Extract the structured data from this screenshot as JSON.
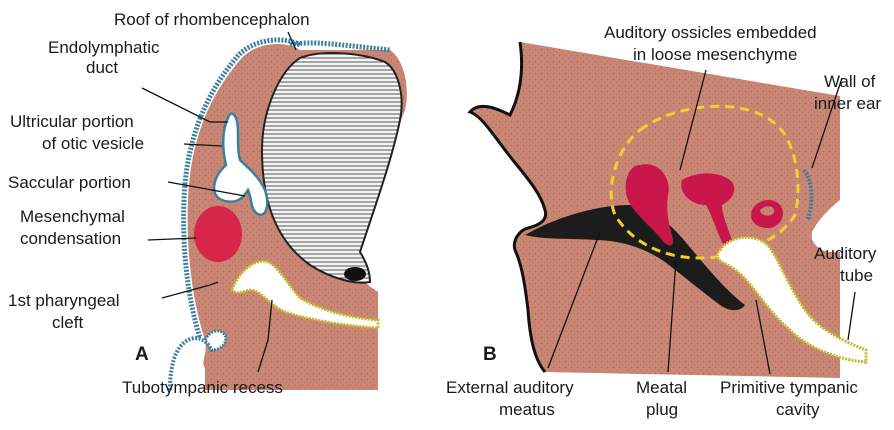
{
  "panels": {
    "a": "A",
    "b": "B"
  },
  "labels_a": {
    "roof": "Roof of rhombencephalon",
    "endolymphatic_1": "Endolymphatic",
    "endolymphatic_2": "duct",
    "utricular_1": "Ultricular portion",
    "utricular_2": "of otic vesicle",
    "saccular": "Saccular portion",
    "mesenchymal_1": "Mesenchymal",
    "mesenchymal_2": "condensation",
    "cleft_1": "1st pharyngeal",
    "cleft_2": "cleft",
    "tubotympanic": "Tubotympanic recess"
  },
  "labels_b": {
    "ossicles_1": "Auditory ossicles embedded",
    "ossicles_2": "in loose mesenchyme",
    "wall_1": "Wall of",
    "wall_2": "inner ear",
    "tube_1": "Auditory",
    "tube_2": "tube",
    "external_1": "External auditory",
    "external_2": "meatus",
    "plug_1": "Meatal",
    "plug_2": "plug",
    "cavity_1": "Primitive tympanic",
    "cavity_2": "cavity"
  },
  "colors": {
    "tissue": "#c98674",
    "tissue_edge": "#b77563",
    "ectoderm": "#3a7fa0",
    "endoderm": "#c7b52a",
    "condensation": "#d8254a",
    "ossicle": "#c8164a",
    "mesenchyme_border": "#f0d030",
    "neural": "#e8e8e8",
    "plug": "#1c1c1c"
  }
}
